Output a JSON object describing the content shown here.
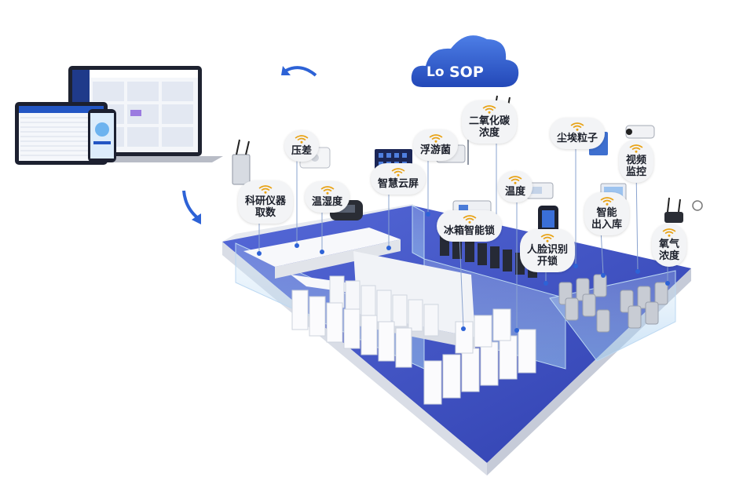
{
  "brand": {
    "logo_left": "Lo",
    "logo_right": "SOP"
  },
  "sensors": [
    {
      "id": "instrument-data",
      "label": "科研仪器\n取数"
    },
    {
      "id": "pressure-diff",
      "label": "压差"
    },
    {
      "id": "temp-humidity",
      "label": "温湿度"
    },
    {
      "id": "cloud-screen",
      "label": "智慧云屏"
    },
    {
      "id": "airborne-bacteria",
      "label": "浮游菌"
    },
    {
      "id": "co2",
      "label": "二氧化碳\n浓度"
    },
    {
      "id": "fridge-lock",
      "label": "冰箱智能锁"
    },
    {
      "id": "temperature",
      "label": "温度"
    },
    {
      "id": "dust-particles",
      "label": "尘埃粒子"
    },
    {
      "id": "video-monitor",
      "label": "视频\n监控"
    },
    {
      "id": "smart-inout",
      "label": "智能\n出入库"
    },
    {
      "id": "face-unlock",
      "label": "人脸识别\n开锁"
    },
    {
      "id": "oxygen",
      "label": "氧气\n浓度"
    }
  ],
  "colors": {
    "accent": "#2d62d6",
    "cloud": "#2f5fd0",
    "floor": "#3a4ec4",
    "wifi": "#e8a317"
  }
}
